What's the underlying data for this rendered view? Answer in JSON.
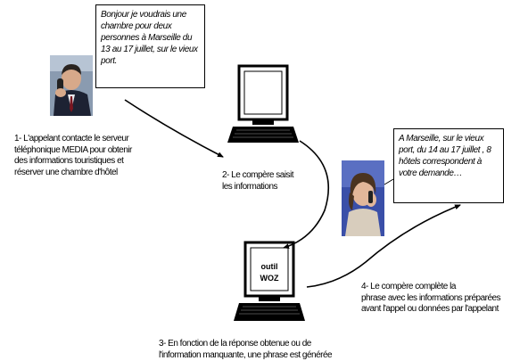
{
  "bubbles": {
    "caller": "Bonjour je voudrais une chambre pour deux personnes à Marseille du 13 au 17 juillet, sur le vieux port.",
    "response": "A Marseille, sur le vieux port, du 14 au 17 juillet , 8 hôtels correspondent à votre demande…"
  },
  "steps": {
    "step1": "1- L'appelant contacte le serveur\ntéléphonique MEDIA pour obtenir\ndes informations touristiques et\nréserver une chambre d'hôtel",
    "step2": "2- Le compère saisit\nles informations",
    "step3": "3- En fonction de la réponse obtenue ou de\nl'information manquante, une phrase est générée",
    "step4": "4- Le compère complète la\nphrase avec les informations préparées\navant l'appel ou données par l'appelant"
  },
  "tool_label": {
    "line1": "outil",
    "line2": "WOZ"
  }
}
